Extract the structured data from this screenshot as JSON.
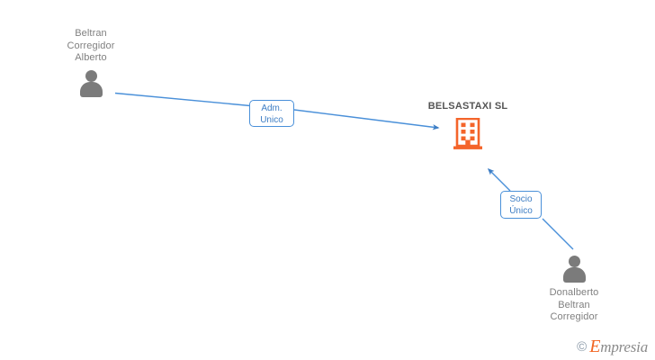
{
  "diagram": {
    "type": "company-relationship-graph",
    "colors": {
      "person": "#7b7b7b",
      "company": "#f4642a",
      "edge": "#4a90d9",
      "relation_box_border": "#4a90d9",
      "relation_box_text": "#3d7dc4",
      "label_text": "#808080",
      "company_title_text": "#555555"
    },
    "company": {
      "name": "BELSASTAXI SL",
      "icon": "building-icon"
    },
    "persons": [
      {
        "id": "person-beltran-corregidor-alberto",
        "name": "Beltran\nCorregidor\nAlberto",
        "icon": "person-icon"
      },
      {
        "id": "person-donalberto-beltran-corregidor",
        "name": "Donalberto\nBeltran\nCorregidor",
        "icon": "person-icon"
      }
    ],
    "relations": [
      {
        "id": "relation-adm-unico",
        "label": "Adm.\nUnico",
        "from": "person-beltran-corregidor-alberto",
        "to": "company"
      },
      {
        "id": "relation-socio-unico",
        "label": "Socio\nÚnico",
        "from": "person-donalberto-beltran-corregidor",
        "to": "company"
      }
    ]
  },
  "watermark": {
    "copyright": "©",
    "brand_initial": "E",
    "brand_rest": "mpresia"
  }
}
